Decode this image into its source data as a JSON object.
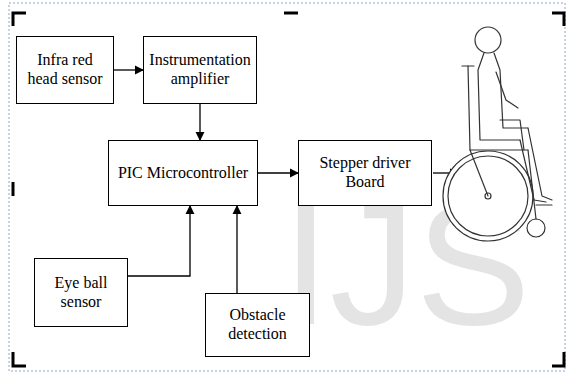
{
  "diagram": {
    "nodes": [
      {
        "text": [
          "Infra red head sensor"
        ]
      },
      {
        "text": [
          "Instrumentation amplifier"
        ]
      },
      {
        "text": [
          "PIC Microcontroller"
        ]
      },
      {
        "text": [
          "Stepper driver Board"
        ]
      },
      {
        "text": [
          "Eye ball sensor"
        ]
      },
      {
        "text": [
          "Obstacle detection"
        ]
      }
    ],
    "edges": [
      {
        "from": 0,
        "to": 1,
        "arrow": "to"
      },
      {
        "from": 1,
        "to": 2,
        "arrow": "to"
      },
      {
        "from": 2,
        "to": 3,
        "arrow": "to"
      },
      {
        "from": 4,
        "to": 2,
        "arrow": "to"
      },
      {
        "from": 5,
        "to": 2,
        "arrow": "to"
      }
    ],
    "labels": [
      "IJS"
    ]
  }
}
